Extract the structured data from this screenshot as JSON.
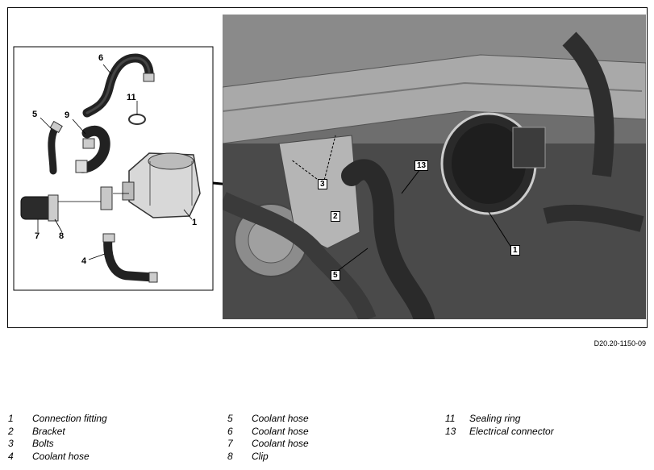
{
  "figure": {
    "code": "D20.20-1150-09",
    "callouts": {
      "parts": {
        "n1": "1",
        "n4": "4",
        "n5": "5",
        "n6": "6",
        "n7": "7",
        "n8": "8",
        "n9": "9",
        "n11": "11"
      },
      "photo": {
        "n1": "1",
        "n2": "2",
        "n3": "3",
        "n5": "5",
        "n13": "13"
      }
    }
  },
  "legend": {
    "col1": [
      {
        "num": "1",
        "label": "Connection fitting"
      },
      {
        "num": "2",
        "label": "Bracket"
      },
      {
        "num": "3",
        "label": "Bolts"
      },
      {
        "num": "4",
        "label": "Coolant hose"
      }
    ],
    "col2": [
      {
        "num": "5",
        "label": "Coolant hose"
      },
      {
        "num": "6",
        "label": "Coolant hose"
      },
      {
        "num": "7",
        "label": "Coolant hose"
      },
      {
        "num": "8",
        "label": "Clip"
      }
    ],
    "col3": [
      {
        "num": "11",
        "label": "Sealing ring"
      },
      {
        "num": "13",
        "label": "Electrical connector"
      }
    ]
  },
  "colors": {
    "frame": "#000000",
    "photo_dark": "#3a3a3a",
    "photo_mid": "#7a7a7a",
    "hose": "#2a2a2a"
  }
}
